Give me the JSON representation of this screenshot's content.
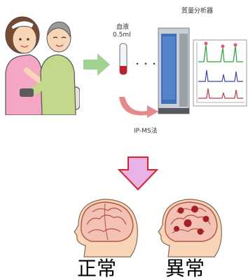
{
  "labels": {
    "mass_spectrometer": "質量分析器",
    "blood": "血液",
    "blood_volume": "0.5ml",
    "ellipsis": "・・・",
    "method": "IP-MS法",
    "normal": "正常",
    "abnormal": "異常"
  },
  "colors": {
    "arrow_green": "#9fd38f",
    "arrow_down_fill": "#e9b3e7",
    "arrow_down_stroke": "#e0202a",
    "brain_pink": "#f3c1b5",
    "brain_stroke": "#b2563f",
    "lesion_red": "#a32024",
    "skin": "#f8d5b7",
    "spectrum_green": "#2aa33a",
    "spectrum_blue": "#3a46b8",
    "spectrum_red": "#c43a4a"
  }
}
